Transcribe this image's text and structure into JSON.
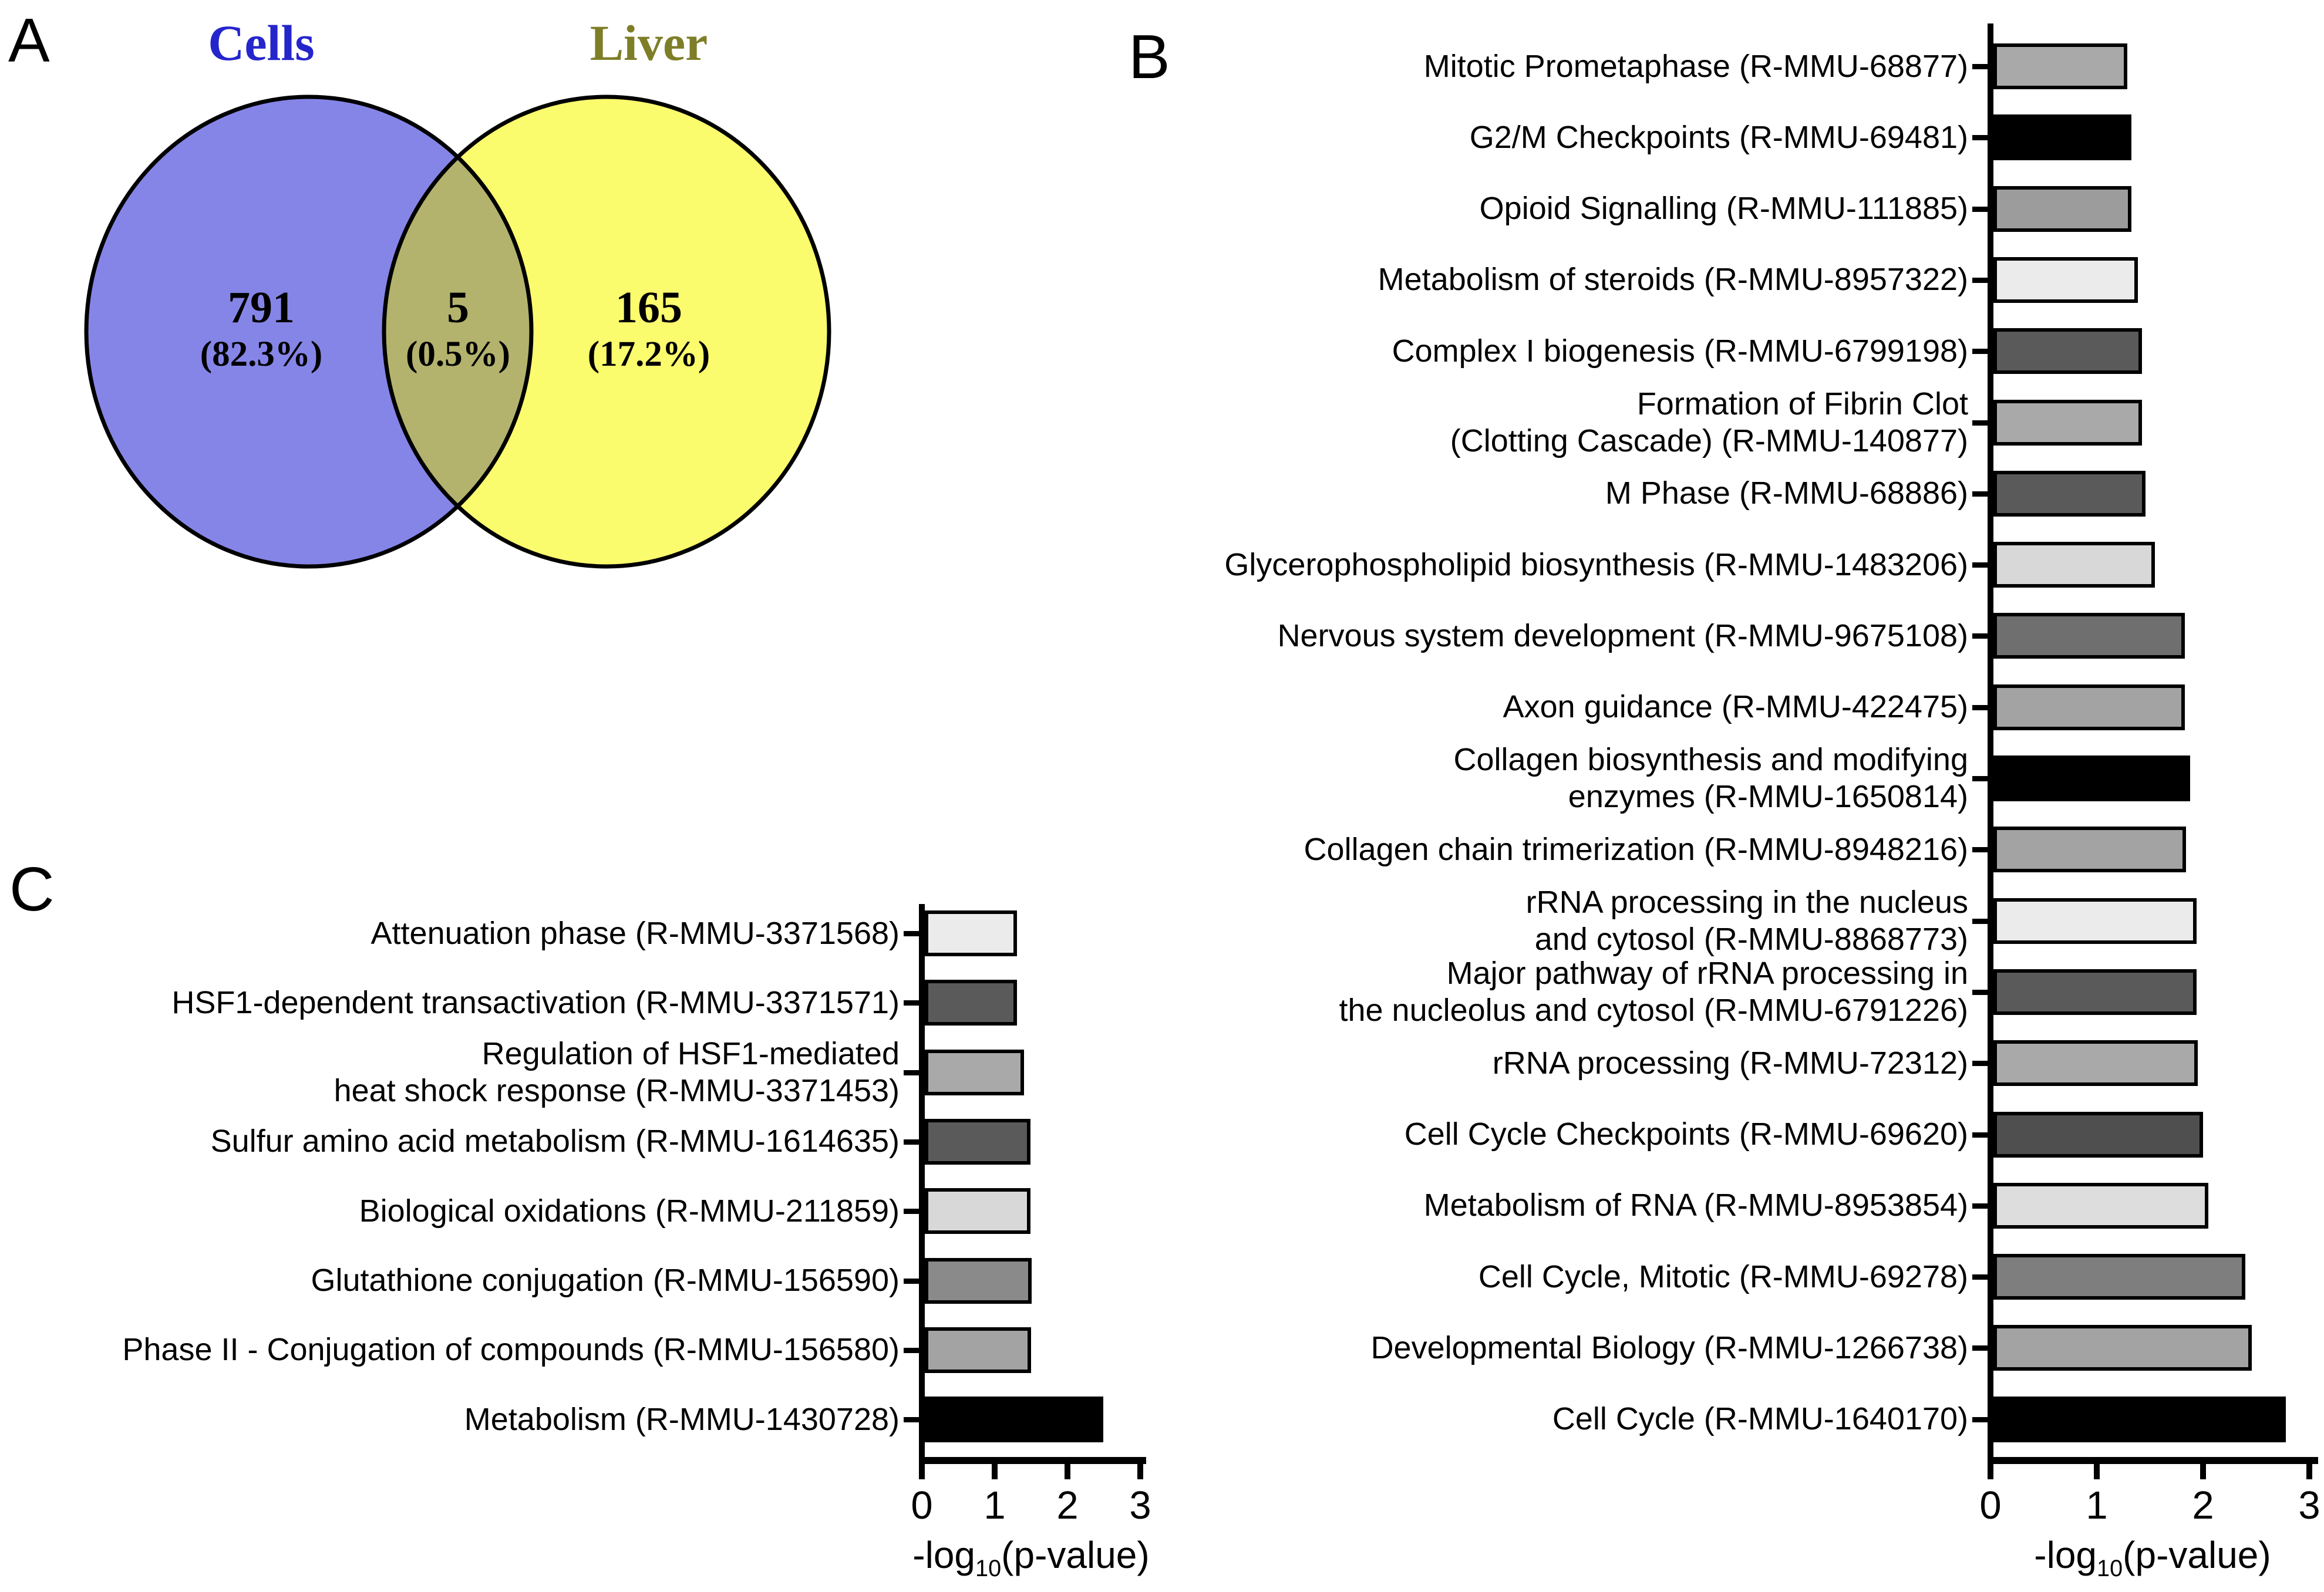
{
  "figure": {
    "panel_a_letter": "A",
    "panel_b_letter": "B",
    "panel_c_letter": "C",
    "background": "#FFFFFF"
  },
  "chart_data": [
    {
      "type": "venn",
      "panel": "A",
      "sets": [
        {
          "label": "Cells",
          "label_color": "#2525CC",
          "fill": "#8585E8",
          "count": "791",
          "percent": "(82.3%)"
        },
        {
          "label": "Liver",
          "label_color": "#7E7E28",
          "fill": "#FBFB6E",
          "count": "165",
          "percent": "(17.2%)"
        }
      ],
      "intersection": {
        "fill": "#B3B36E",
        "count": "5",
        "percent": "(0.5%)"
      },
      "outline_color": "#000000"
    },
    {
      "type": "bar",
      "panel": "B",
      "orientation": "horizontal",
      "xlabel": "-log10(p-value)",
      "xlabel_parts": {
        "prefix": "-log",
        "sub": "10",
        "suffix": "(p-value)"
      },
      "xlim": [
        0,
        3
      ],
      "xticks": [
        "0",
        "1",
        "2",
        "3"
      ],
      "grid": false,
      "legend": false,
      "categories": [
        "Mitotic Prometaphase (R-MMU-68877)",
        "G2/M Checkpoints (R-MMU-69481)",
        "Opioid Signalling (R-MMU-111885)",
        "Metabolism of steroids (R-MMU-8957322)",
        "Complex I biogenesis (R-MMU-6799198)",
        "Formation of Fibrin Clot\n(Clotting Cascade) (R-MMU-140877)",
        "M Phase (R-MMU-68886)",
        "Glycerophospholipid biosynthesis (R-MMU-1483206)",
        "Nervous system development (R-MMU-9675108)",
        "Axon guidance (R-MMU-422475)",
        "Collagen biosynthesis and modifying\nenzymes (R-MMU-1650814)",
        "Collagen chain trimerization (R-MMU-8948216)",
        "rRNA processing in the nucleus\nand cytosol (R-MMU-8868773)",
        "Major pathway of rRNA processing in\nthe nucleolus and cytosol (R-MMU-6791226)",
        "rRNA processing (R-MMU-72312)",
        "Cell Cycle Checkpoints (R-MMU-69620)",
        "Metabolism of RNA (R-MMU-8953854)",
        "Cell Cycle, Mitotic (R-MMU-69278)",
        "Developmental Biology (R-MMU-1266738)",
        "Cell Cycle (R-MMU-1640170)"
      ],
      "values": [
        1.26,
        1.3,
        1.3,
        1.36,
        1.4,
        1.4,
        1.43,
        1.52,
        1.8,
        1.8,
        1.85,
        1.81,
        1.91,
        1.91,
        1.92,
        1.97,
        2.02,
        2.37,
        2.43,
        2.75
      ],
      "bar_colors": [
        "#A9A9A9",
        "#000000",
        "#9C9C9C",
        "#EBEBEB",
        "#5A5A5A",
        "#A9A9A9",
        "#5A5A5A",
        "#D8D8D8",
        "#6F6F6F",
        "#A3A3A3",
        "#000000",
        "#A3A3A3",
        "#EBEBEB",
        "#5A5A5A",
        "#A9A9A9",
        "#4F4F4F",
        "#DDDDDD",
        "#7E7E7E",
        "#A3A3A3",
        "#000000"
      ]
    },
    {
      "type": "bar",
      "panel": "C",
      "orientation": "horizontal",
      "xlabel": "-log10(p-value)",
      "xlabel_parts": {
        "prefix": "-log",
        "sub": "10",
        "suffix": "(p-value)"
      },
      "xlim": [
        0,
        3
      ],
      "xticks": [
        "0",
        "1",
        "2",
        "3"
      ],
      "grid": false,
      "legend": false,
      "categories": [
        "Attenuation phase (R-MMU-3371568)",
        "HSF1-dependent transactivation (R-MMU-3371571)",
        "Regulation of HSF1-mediated\nheat shock response (R-MMU-3371453)",
        "Sulfur amino acid metabolism (R-MMU-1614635)",
        "Biological oxidations (R-MMU-211859)",
        "Glutathione conjugation (R-MMU-156590)",
        "Phase II - Conjugation of compounds (R-MMU-156580)",
        "Metabolism (R-MMU-1430728)"
      ],
      "values": [
        1.27,
        1.27,
        1.36,
        1.45,
        1.45,
        1.47,
        1.46,
        2.45
      ],
      "bar_colors": [
        "#EBEBEB",
        "#5A5A5A",
        "#A9A9A9",
        "#5A5A5A",
        "#D8D8D8",
        "#8A8A8A",
        "#A3A3A3",
        "#000000"
      ]
    }
  ]
}
